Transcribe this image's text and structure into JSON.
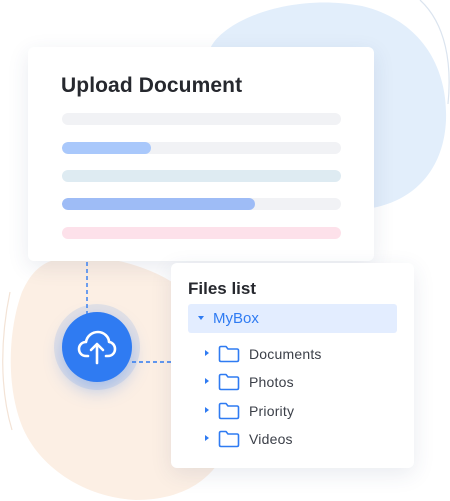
{
  "upload_card": {
    "title": "Upload Document",
    "bars": [
      {
        "track_color": "#f1f2f5",
        "fill_color": "#f1f2f5",
        "progress": 0
      },
      {
        "track_color": "#f1f2f5",
        "fill_color": "#a9c8fb",
        "progress": 0.32
      },
      {
        "track_color": "#deebf2",
        "fill_color": "#deebf2",
        "progress": 0
      },
      {
        "track_color": "#f1f2f5",
        "fill_color": "#9ebcf6",
        "progress": 0.69
      },
      {
        "track_color": "#fde1ea",
        "fill_color": "#fde1ea",
        "progress": 0
      }
    ]
  },
  "upload_button": {
    "icon": "cloud-upload-icon",
    "color": "#2f7bf2"
  },
  "files_list": {
    "title": "Files list",
    "root": {
      "label": "MyBox",
      "expanded": true
    },
    "folders": [
      {
        "label": "Documents",
        "icon": "folder-icon"
      },
      {
        "label": "Photos",
        "icon": "folder-icon"
      },
      {
        "label": "Priority",
        "icon": "folder-icon"
      },
      {
        "label": "Videos",
        "icon": "folder-icon"
      }
    ]
  },
  "colors": {
    "accent": "#2f7bf2",
    "blob_blue": "#e2eefb",
    "blob_peach": "#fcefe4",
    "text_dark": "#26282e"
  }
}
